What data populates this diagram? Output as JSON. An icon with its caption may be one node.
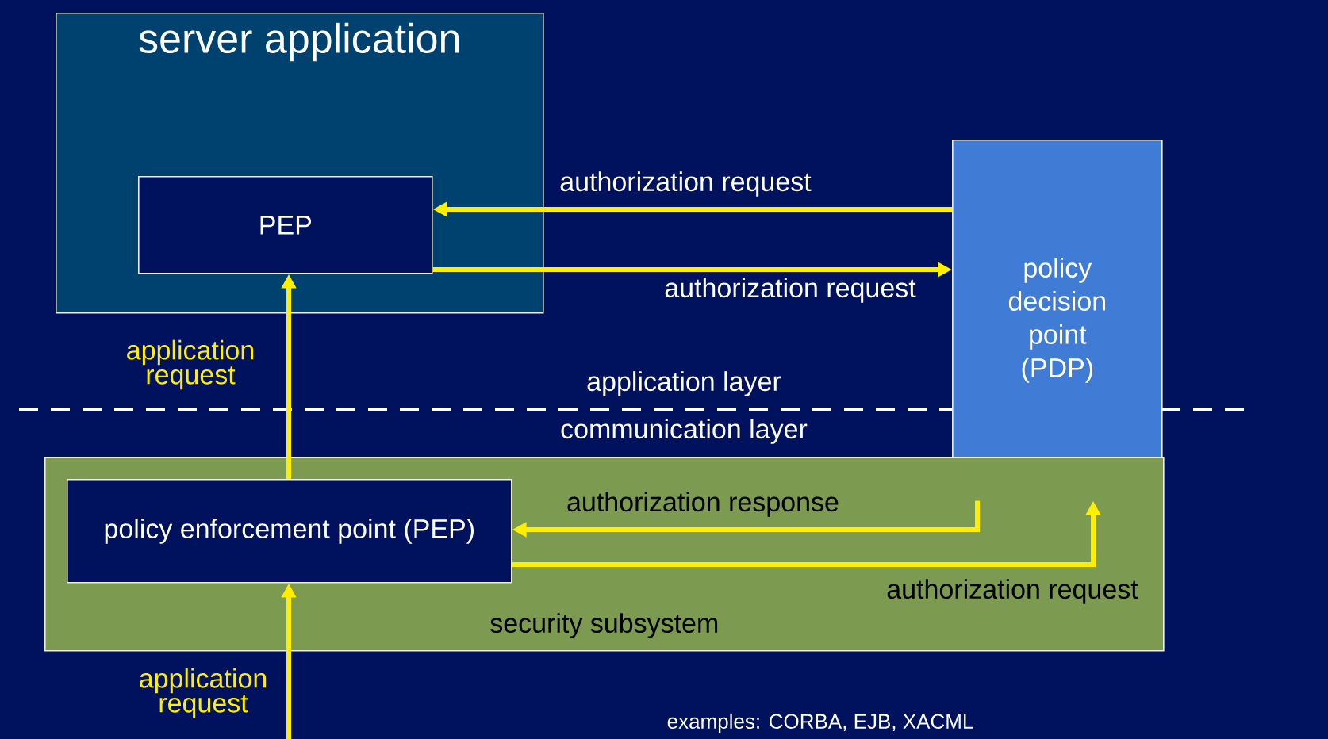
{
  "diagram": {
    "nodes": [
      {
        "text": [
          "server application"
        ]
      },
      {
        "text": [
          "PEP"
        ],
        "in": 0
      },
      {
        "text": [
          "policy decision point (PDP)"
        ]
      },
      {
        "text": [
          "security subsystem"
        ]
      },
      {
        "text": [
          "policy enforcement point (PEP)"
        ],
        "in": 3
      }
    ],
    "edges": [
      {
        "from": 2,
        "to": 1,
        "arrow": "to",
        "label": "authorization request"
      },
      {
        "from": 1,
        "to": 2,
        "arrow": "to",
        "label": "authorization request"
      },
      {
        "from": 4,
        "to": 1,
        "arrow": "to",
        "label": "application request"
      },
      {
        "from": 2,
        "to": 4,
        "arrow": "to",
        "label": "authorization response"
      },
      {
        "from": 4,
        "to": 2,
        "arrow": "to",
        "label": "authorization request"
      },
      {
        "from": null,
        "to": 4,
        "arrow": "to",
        "label": "application request"
      }
    ],
    "labels": [
      "application layer",
      "communication layer",
      "examples: CORBA, EJB, XACML"
    ]
  }
}
